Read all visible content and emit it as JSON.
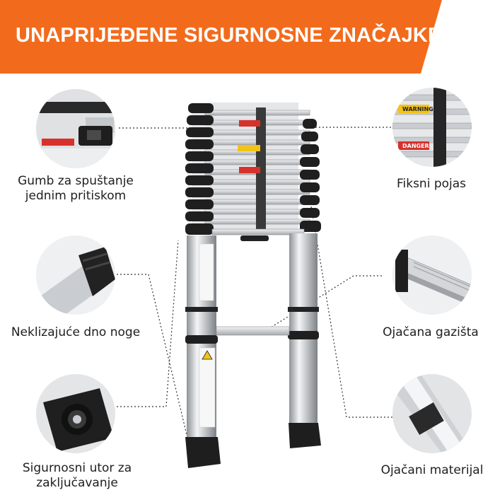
{
  "banner": {
    "title": "UNAPRIJEĐENE SIGURNOSNE ZNAČAJKE",
    "color": "#f26b1d"
  },
  "features": {
    "left": [
      {
        "label": "Gumb za spuštanje jednim pritiskom",
        "line1": "Gumb za spuštanje",
        "line2": "jednim pritiskom"
      },
      {
        "label": "Neklizajuće dno noge"
      },
      {
        "label": "Sigurnosni utor za zaključavanje",
        "line1": "Sigurnosni utor za",
        "line2": "zaključavanje"
      }
    ],
    "right": [
      {
        "label": "Fiksni pojas"
      },
      {
        "label": "Ojačana gazišta"
      },
      {
        "label": "Ojačani materijal"
      }
    ]
  },
  "ladder_labels": {
    "danger": "DANGER",
    "warning": "WARNING"
  },
  "colors": {
    "accent": "#f26b1d",
    "dark": "#1c1c1c",
    "aluminium": "#c9ccd0",
    "danger_red": "#d7312c",
    "warning_yellow": "#f3c316"
  }
}
